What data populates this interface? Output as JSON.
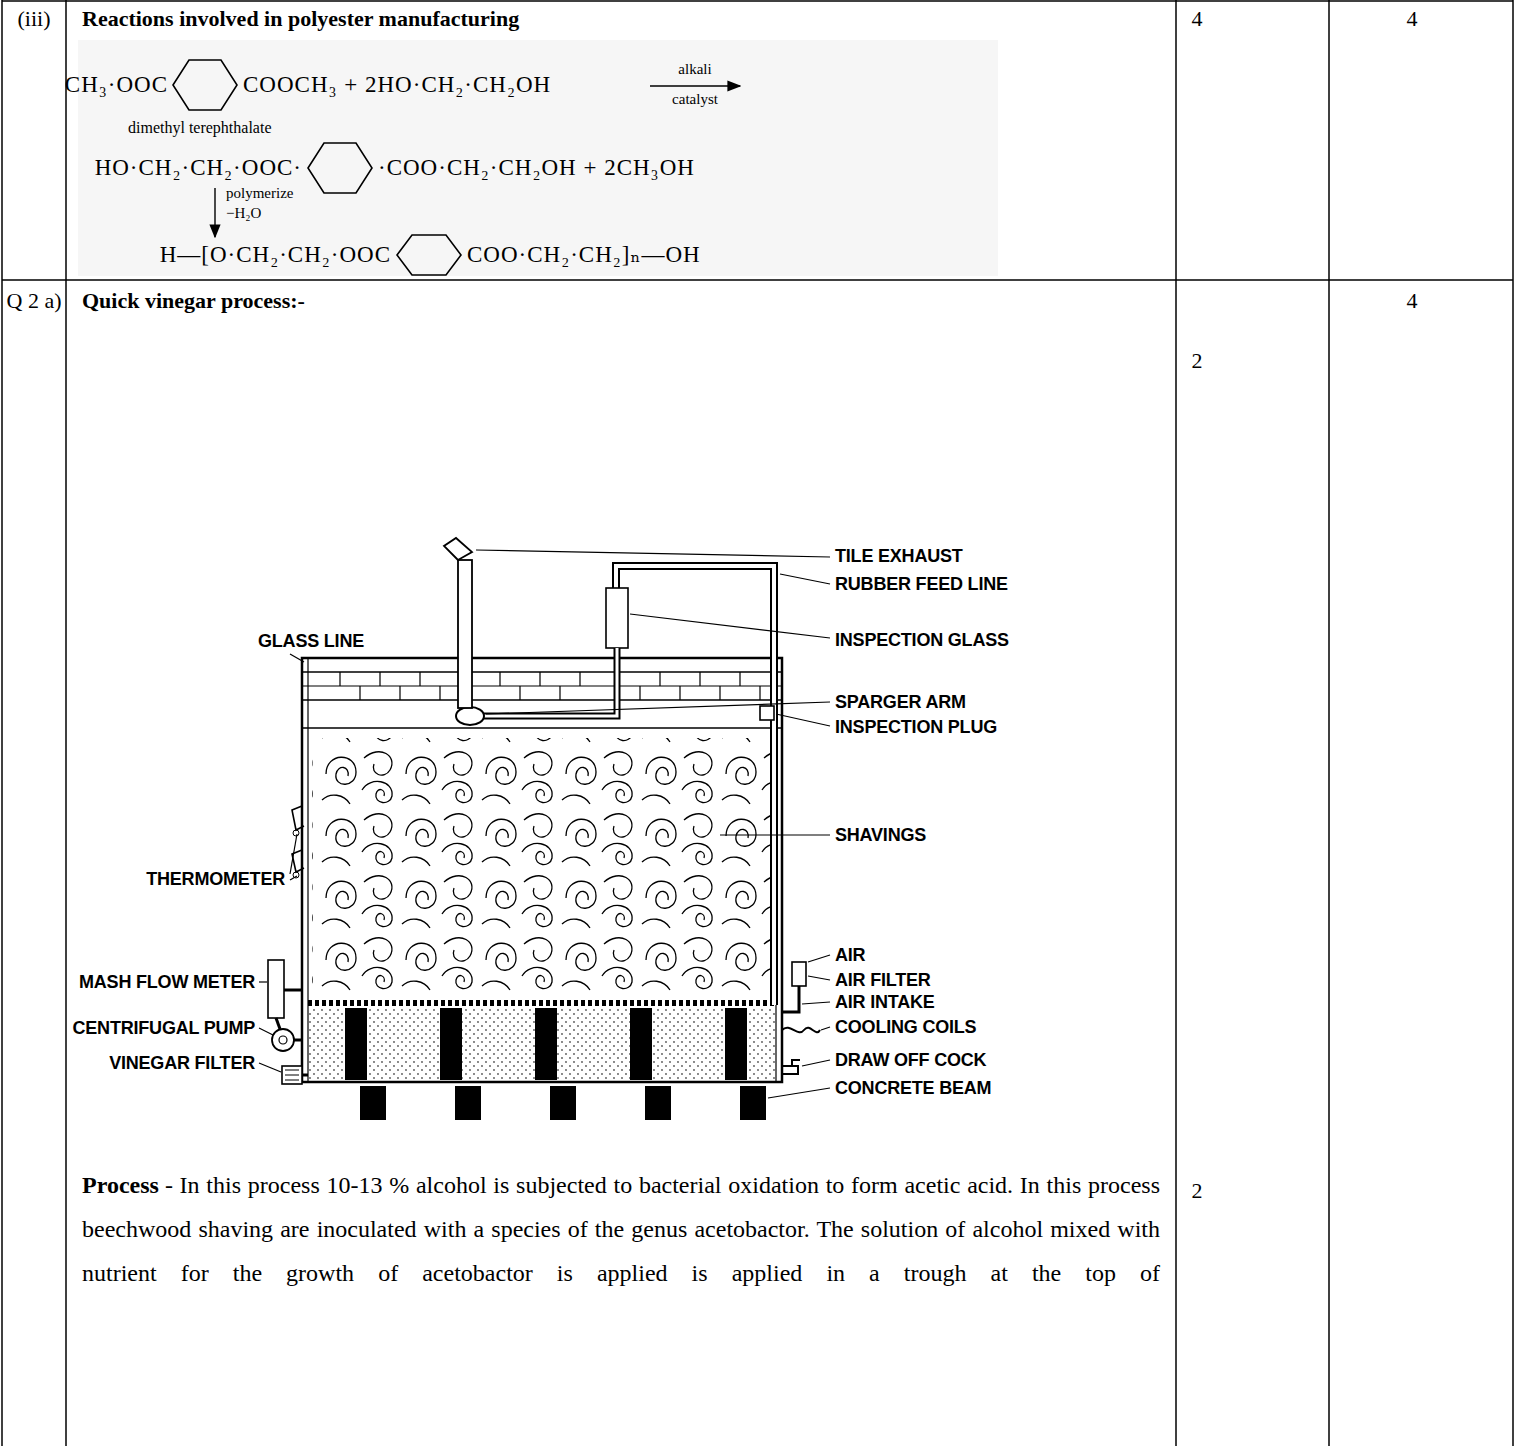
{
  "diagram": {
    "labels": [
      "(iii)",
      "Reactions involved in polyester manufacturing",
      "4",
      "4",
      "CH₃·OOC",
      "COOCH₃ + 2HO·CH₂·CH₂OH",
      "alkali",
      "catalyst",
      "dimethyl terephthalate",
      "HO·CH₂·CH₂·OOC·",
      "·COO·CH₂·CH₂OH + 2CH₃OH",
      "polymerize",
      "−H₂O",
      "H—[O·CH₂·CH₂·OOC",
      "COO·CH₂·CH₂]ₙ—OH",
      "Q 2 a)",
      "Quick vinegar process:-",
      "4",
      "2",
      "TILE EXHAUST",
      "RUBBER FEED LINE",
      "GLASS LINE",
      "INSPECTION GLASS",
      "SPARGER ARM",
      "INSPECTION PLUG",
      "SHAVINGS",
      "THERMOMETER",
      "AIR",
      "AIR FILTER",
      "MASH FLOW METER",
      "AIR INTAKE",
      "CENTRIFUGAL PUMP",
      "COOLING COILS",
      "VINEGAR FILTER",
      "DRAW OFF COCK",
      "CONCRETE BEAM",
      "Process",
      "- In this process 10-13 % alcohol is subjected to bacterial oxidation to form acetic acid. In this process beechwood shaving are inoculated with a species of the genus acetobactor. The solution of alcohol mixed with nutrient for the growth of acetobactor is applied is applied in a trough at the top of",
      "2"
    ]
  }
}
